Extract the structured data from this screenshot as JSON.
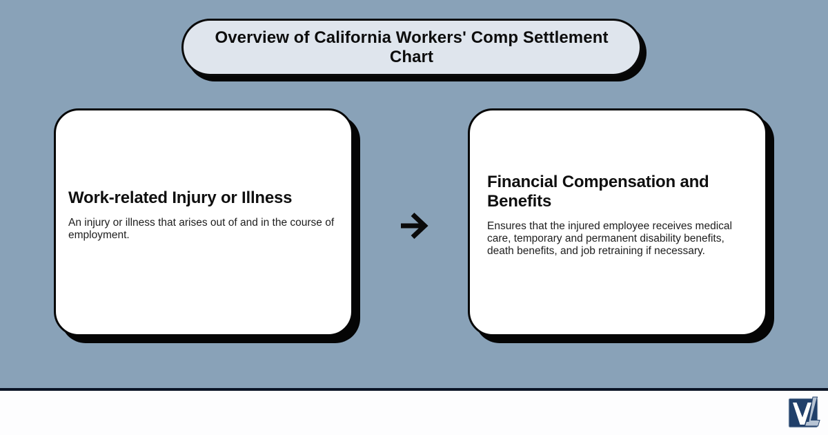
{
  "banner": {
    "text": "Overview of California Workers' Comp Settlement Chart"
  },
  "flow": {
    "nodes": [
      {
        "title": "Work-related Injury or Illness",
        "description": "An injury or illness that arises out of and in the course of employment."
      },
      {
        "title": "Financial Compensation and Benefits",
        "description": "Ensures that the injured employee receives medical care, temporary and permanent disability benefits, death benefits, and job retraining if necessary."
      }
    ],
    "connector": {
      "icon": "arrow-right-icon",
      "glyph": "→"
    }
  },
  "footer": {
    "logo": {
      "icon": "vl-logo-icon",
      "monogram": "VL"
    }
  },
  "colors": {
    "background": "#89a2b8",
    "banner_fill": "#dfe5ed",
    "card_fill": "#ffffff",
    "outline": "#0a0a0a",
    "shadow": "#050505",
    "footer_rule": "#0c1526",
    "logo_navy": "#21406a",
    "logo_slash": "#b7c4d4"
  }
}
